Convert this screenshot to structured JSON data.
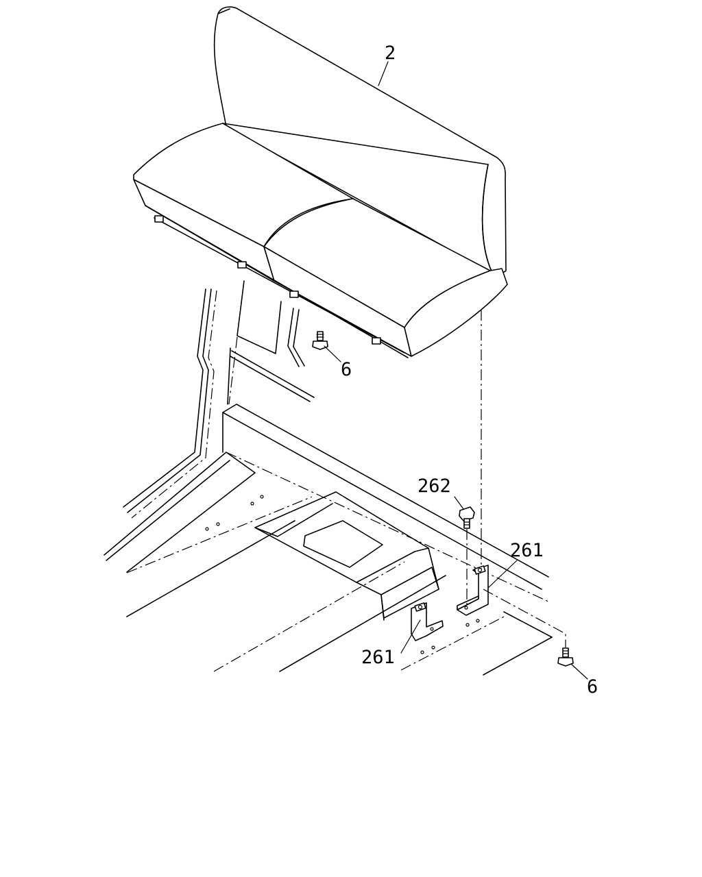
{
  "callouts": {
    "seat": "2",
    "bolt_upper": "6",
    "bolt_lower": "6",
    "bolt_262": "262",
    "bracket_right": "261",
    "bracket_left": "261"
  }
}
